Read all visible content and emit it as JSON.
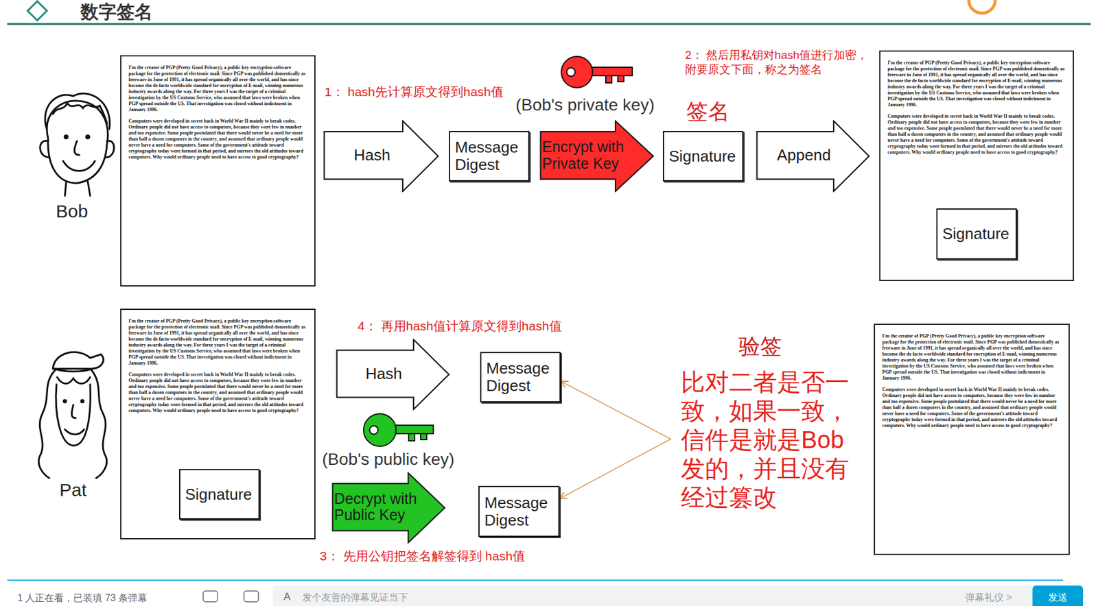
{
  "diagram": {
    "title": "数字签名",
    "nodes": [
      {
        "text": [
          "I'm the creator of PGP (Pretty Good Privacy), a public key encryption software package for the protection of electronic mail. Since PGP was published domestically as freeware in June of 1991, it has spread organically all over the world, and has since become the de facto worldwide standard for encryption of E-mail, winning numerous industry awards along the way. For three years I was the target of a criminal investigation by the US Customs Service, who assumed that laws were broken when PGP spread outside the US. That investigation was closed without indictment in January 1996.",
          "Computers were developed in secret back in World War II mainly to break codes. Ordinary people did not have access to computers, because they were few in number and too expensive. Some people postulated that there would never be a need for more than half a dozen computers in the country, and assumed that ordinary people would never have a need for computers. Some of the government's attitude toward cryptography today were formed in that period, and mirrors the old attitudes toward computers. Why would ordinary people need to have access to good cryptography?"
        ]
      },
      {
        "text": [
          "Hash"
        ]
      },
      {
        "text": [
          "Message Digest"
        ]
      },
      {
        "text": [
          "Encrypt with Private Key"
        ]
      },
      {
        "text": [
          "Signature"
        ]
      },
      {
        "text": [
          "Append"
        ]
      },
      {
        "text": [
          "I'm the creator of PGP (Pretty Good Privacy), a public key encryption software package for the protection of electronic mail. Since PGP was published domestically as freeware in June of 1991, it has spread organically all over the world, and has since become the de facto worldwide standard for encryption of E-mail, winning numerous industry awards along the way. For three years I was the target of a criminal investigation by the US Customs Service, who assumed that laws were broken when PGP spread outside the US. That investigation was closed without indictment in January 1996.",
          "Computers were developed in secret back in World War II mainly to break codes. Ordinary people did not have access to computers, because they were few in number and too expensive. Some people postulated that there would never be a need for more than half a dozen computers in the country, and assumed that ordinary people would never have a need for computers. Some of the government's attitude toward cryptography today were formed in that period, and mirrors the old attitudes toward computers. Why would ordinary people need to have access to good cryptography?"
        ]
      },
      {
        "text": [
          "Signature"
        ],
        "in": 6
      },
      {
        "text": [
          "I'm the creator of PGP (Pretty Good Privacy), a public key encryption software package for the protection of electronic mail. Since PGP was published domestically as freeware in June of 1991, it has spread organically all over the world, and has since become the de facto worldwide standard for encryption of E-mail, winning numerous industry awards along the way. For three years I was the target of a criminal investigation by the US Customs Service, who assumed that laws were broken when PGP spread outside the US. That investigation was closed without indictment in January 1996.",
          "Computers were developed in secret back in World War II mainly to break codes. Ordinary people did not have access to computers, because they were few in number and too expensive. Some people postulated that there would never be a need for more than half a dozen computers in the country, and assumed that ordinary people would never have a need for computers. Some of the government's attitude toward cryptography today were formed in that period, and mirrors the old attitudes toward computers. Why would ordinary people need to have access to good cryptography?"
        ]
      },
      {
        "text": [
          "Signature"
        ],
        "in": 8
      },
      {
        "text": [
          "Hash"
        ]
      },
      {
        "text": [
          "Message Digest"
        ]
      },
      {
        "text": [
          "Decrypt with Public Key"
        ]
      },
      {
        "text": [
          "Message Digest"
        ]
      },
      {
        "text": [
          "I'm the creator of PGP (Pretty Good Privacy), a public key encryption software package for the protection of electronic mail. Since PGP was published domestically as freeware in June of 1991, it has spread organically all over the world, and has since become the de facto worldwide standard for encryption of E-mail, winning numerous industry awards along the way. For three years I was the target of a criminal investigation by the US Customs Service, who assumed that laws were broken when PGP spread outside the US. That investigation was closed without indictment in January 1996.",
          "Computers were developed in secret back in World War II mainly to break codes. Ordinary people did not have access to computers, because they were few in number and too expensive. Some people postulated that there would never be a need for more than half a dozen computers in the country, and assumed that ordinary people would never have a need for computers. Some of the government's attitude toward cryptography today were formed in that period, and mirrors the old attitudes toward computers. Why would ordinary people need to have access to good cryptography?"
        ]
      }
    ],
    "edges": [
      {
        "from": 11,
        "to": 13,
        "arrow": "both"
      }
    ],
    "labels": [
      "1： hash先计算原文得到hash值",
      "(Bob's private key)",
      "2： 然后用私钥对hash值进行加密，附要原文下面，称之为签名",
      "签名",
      "Bob",
      "Pat",
      "4： 再用hash值计算原文得到hash值",
      "(Bob's public key)",
      "3： 先用公钥把签名解签得到 hash值",
      "验签",
      "比对二者是否一致，如果一致，信件是就是Bob发的，并且没有经过篡改",
      "1 人正在看，已装填 73 条弹幕",
      "发个友善的弹幕见证当下",
      "弹幕礼仪 >",
      "发送",
      "A"
    ]
  }
}
